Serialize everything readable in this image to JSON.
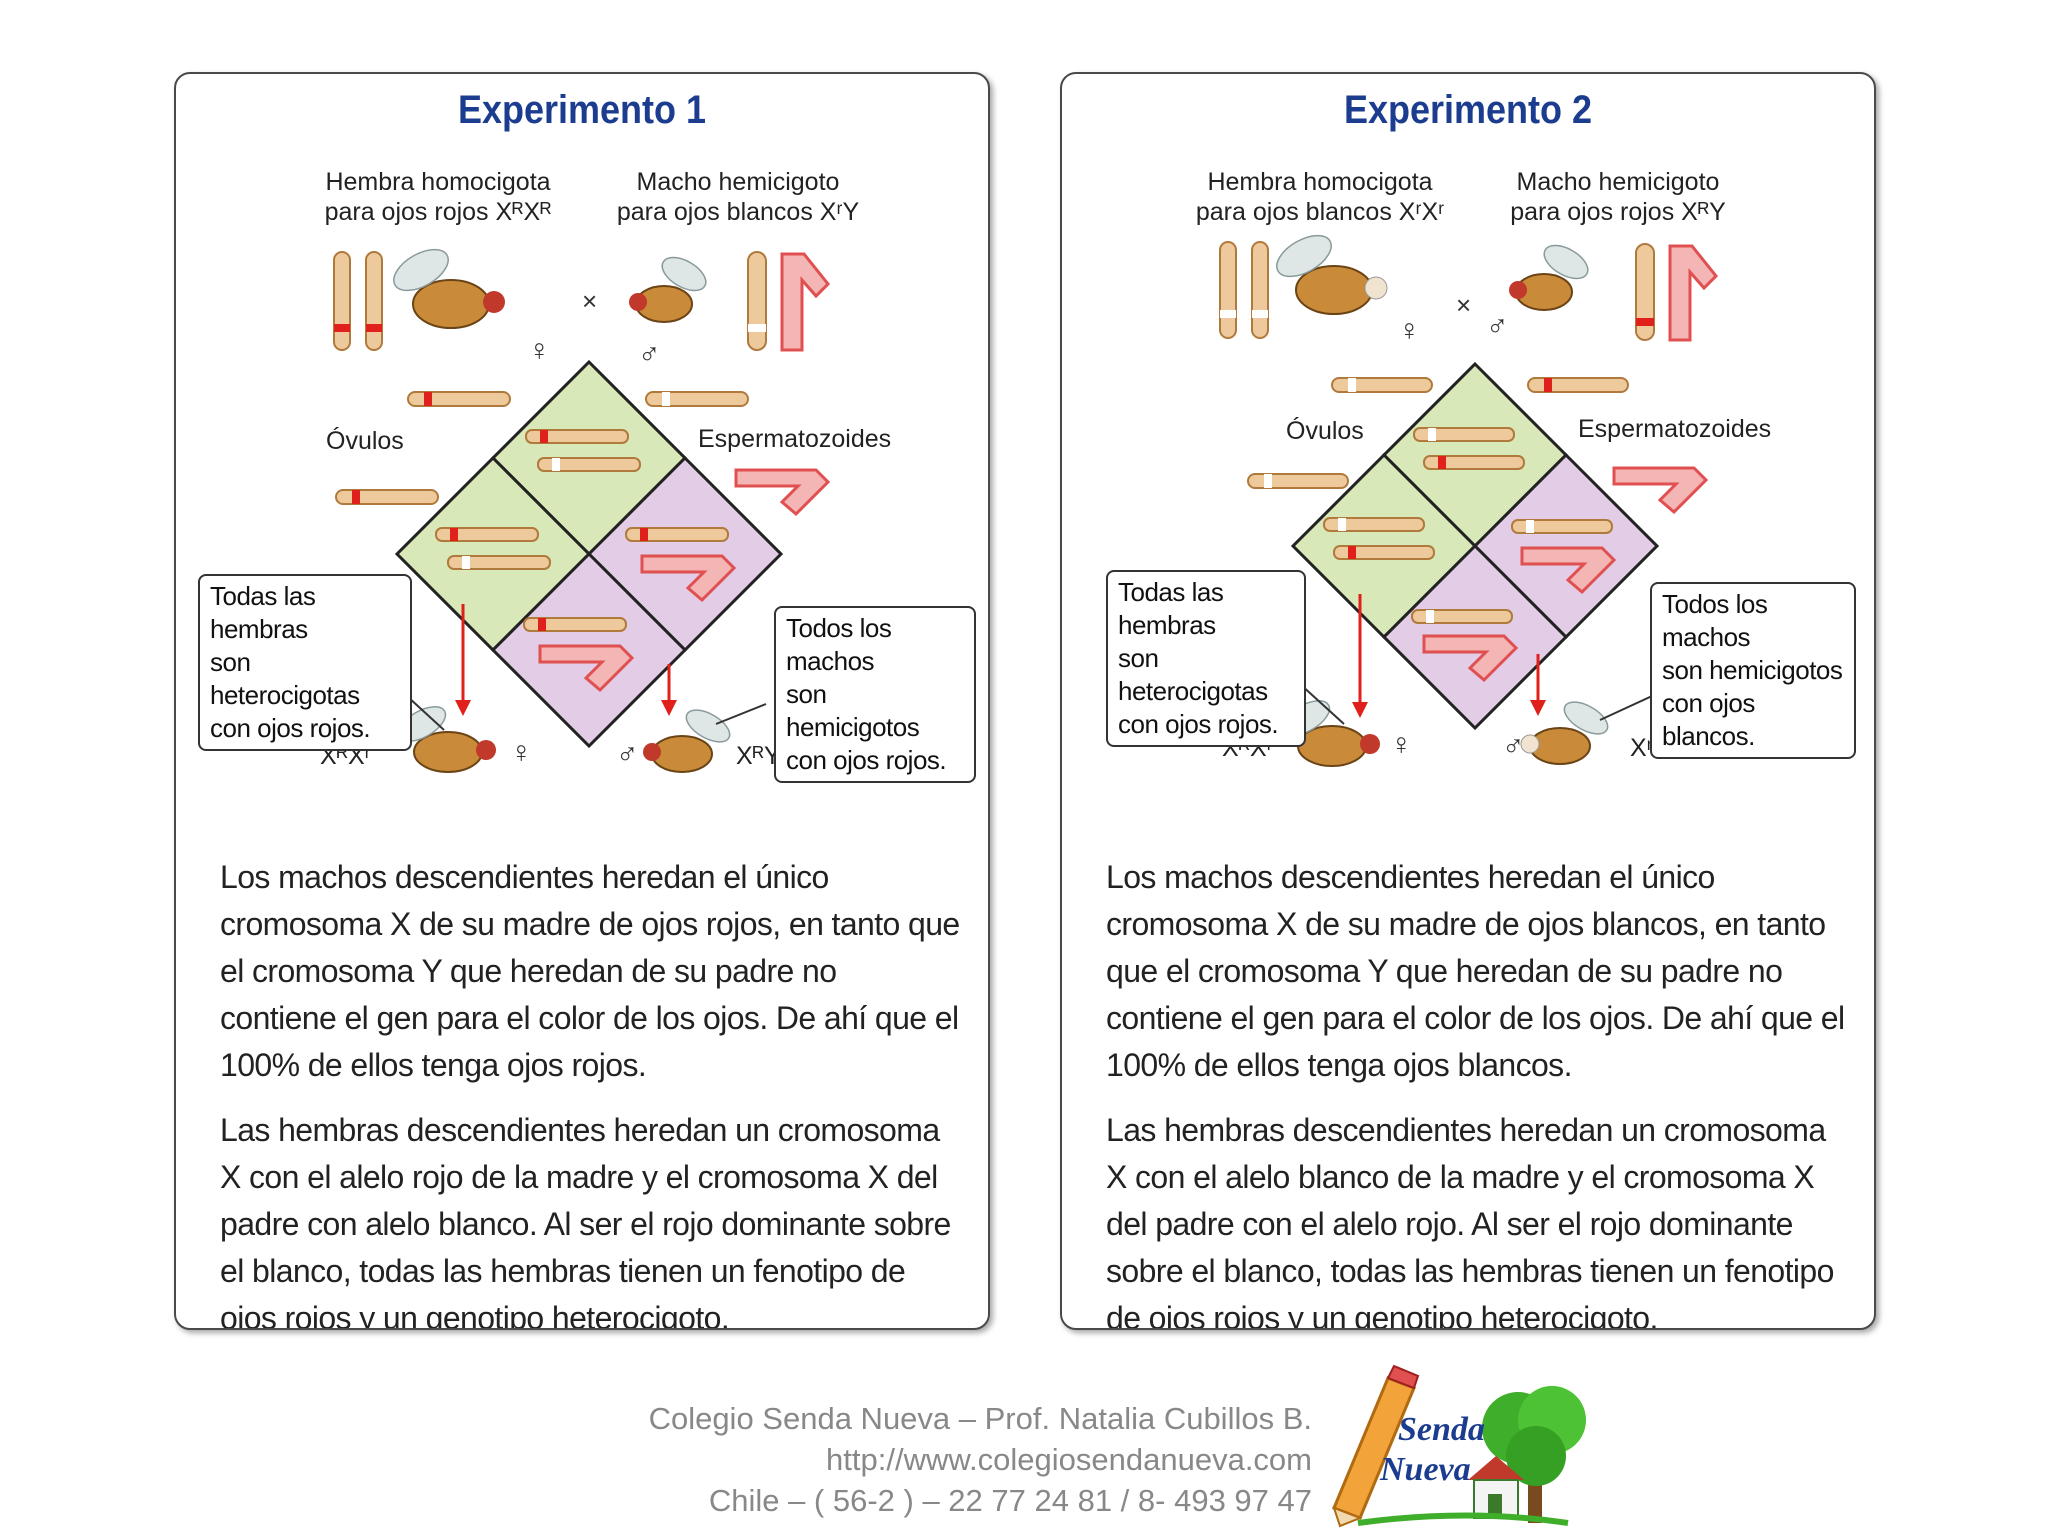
{
  "experiments": [
    {
      "title": "Experimento 1",
      "female_parent": [
        "Hembra homocigota",
        "para ojos rojos XᴿXᴿ"
      ],
      "male_parent": [
        "Macho hemicigoto",
        "para ojos blancos XʳY"
      ],
      "cross": "×",
      "female_symbol": "♀",
      "male_symbol": "♂",
      "ovules_label": "Óvulos",
      "sperm_label": "Espermatozoides",
      "female_callout": [
        "Todas las hembras",
        "son heterocigotas",
        "con ojos rojos."
      ],
      "male_callout": [
        "Todos los machos",
        "son hemicigotos",
        "con ojos rojos."
      ],
      "female_offspring_genotype": "XᴿXʳ",
      "male_offspring_genotype": "XᴿY",
      "paragraph_1": "Los machos descendientes heredan el único cromosoma X de su madre de ojos rojos, en tanto que el cromosoma Y que heredan de su padre no contiene el gen para el color de los ojos. De ahí que el 100% de ellos tenga ojos rojos.",
      "paragraph_2": "Las hembras descendientes heredan un cromosoma X con el alelo rojo de la madre y el cromosoma X del padre con alelo blanco. Al ser el rojo dominante sobre el blanco, todas las hembras tienen un fenotipo de ojos rojos y un genotipo heterocigoto."
    },
    {
      "title": "Experimento 2",
      "female_parent": [
        "Hembra homocigota",
        "para ojos blancos XʳXʳ"
      ],
      "male_parent": [
        "Macho hemicigoto",
        "para ojos rojos XᴿY"
      ],
      "cross": "×",
      "female_symbol": "♀",
      "male_symbol": "♂",
      "ovules_label": "Óvulos",
      "sperm_label": "Espermatozoides",
      "female_callout": [
        "Todas las hembras",
        "son heterocigotas",
        "con ojos rojos."
      ],
      "male_callout": [
        "Todos los machos",
        "son hemicigotos",
        "con ojos blancos."
      ],
      "female_offspring_genotype": "XᴿXʳ",
      "male_offspring_genotype": "XʳY",
      "paragraph_1": "Los machos descendientes heredan el único cromosoma X de su madre de ojos blancos, en tanto que el cromosoma Y que heredan de su padre no contiene el gen para el color de los ojos. De ahí que el 100% de ellos tenga ojos blancos.",
      "paragraph_2": "Las hembras descendientes heredan un cromosoma X con el alelo blanco de la madre y el cromosoma X del padre con el alelo rojo. Al ser el rojo dominante sobre el blanco, todas las hembras tienen un fenotipo de ojos rojos y un genotipo heterocigoto."
    }
  ],
  "footer": {
    "line1": "Colegio Senda Nueva – Prof. Natalia Cubillos B.",
    "line2": "http://www.colegiosendanueva.com",
    "line3": "Chile – ( 56-2 ) – 22 77 24 81 / 8- 493 97 47"
  },
  "logo": {
    "line1": "Senda",
    "line2": "Nueva"
  },
  "colors": {
    "title": "#1c3d8f",
    "chrom_fill": "#eec99b",
    "chrom_stroke": "#b07a3c",
    "red_band": "#e0201a",
    "green_cell": "#d9e8b8",
    "purple_cell": "#e2cce6",
    "y_chrom": "#f08080"
  }
}
